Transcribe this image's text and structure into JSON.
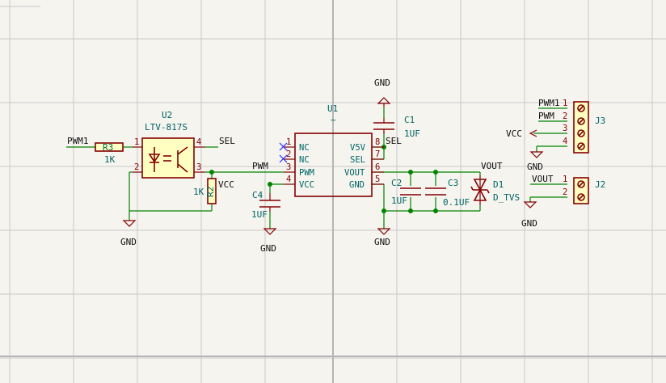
{
  "nets": {
    "pwm1": "PWM1",
    "sel": "SEL",
    "pwm": "PWM",
    "vcc": "VCC",
    "gnd": "GND",
    "vout": "VOUT"
  },
  "U2": {
    "ref": "U2",
    "value": "LTV-817S",
    "pins": [
      "1",
      "2",
      "3",
      "4"
    ]
  },
  "R3": {
    "ref": "R3",
    "value": "1K"
  },
  "R2": {
    "ref": "R2",
    "value": "1K"
  },
  "U1": {
    "ref": "U1",
    "value": "~",
    "left_pins": [
      {
        "num": "1",
        "name": "NC"
      },
      {
        "num": "2",
        "name": "NC"
      },
      {
        "num": "3",
        "name": "PWM"
      },
      {
        "num": "4",
        "name": "VCC"
      }
    ],
    "right_pins": [
      {
        "num": "8",
        "name": "V5V"
      },
      {
        "num": "7",
        "name": "SEL"
      },
      {
        "num": "6",
        "name": "VOUT"
      },
      {
        "num": "5",
        "name": "GND"
      }
    ]
  },
  "C1": {
    "ref": "C1",
    "value": "1UF"
  },
  "C2": {
    "ref": "C2",
    "value": "1UF"
  },
  "C3": {
    "ref": "C3",
    "value": "0.1UF"
  },
  "C4": {
    "ref": "C4",
    "value": "1UF"
  },
  "D1": {
    "ref": "D1",
    "value": "D_TVS"
  },
  "J3": {
    "ref": "J3",
    "pins": [
      "1",
      "2",
      "3",
      "4"
    ],
    "nets": [
      "PWM1",
      "PWM",
      "VCC",
      "GND"
    ]
  },
  "J2": {
    "ref": "J2",
    "pins": [
      "1",
      "2"
    ],
    "nets": [
      "VOUT",
      "GND"
    ]
  },
  "colors": {
    "wire": "#008400",
    "component": "#840000",
    "body_fill": "#ffffc2",
    "label": "#006464",
    "no_connect": "#2a2aff",
    "background": "#f5f4ef"
  }
}
